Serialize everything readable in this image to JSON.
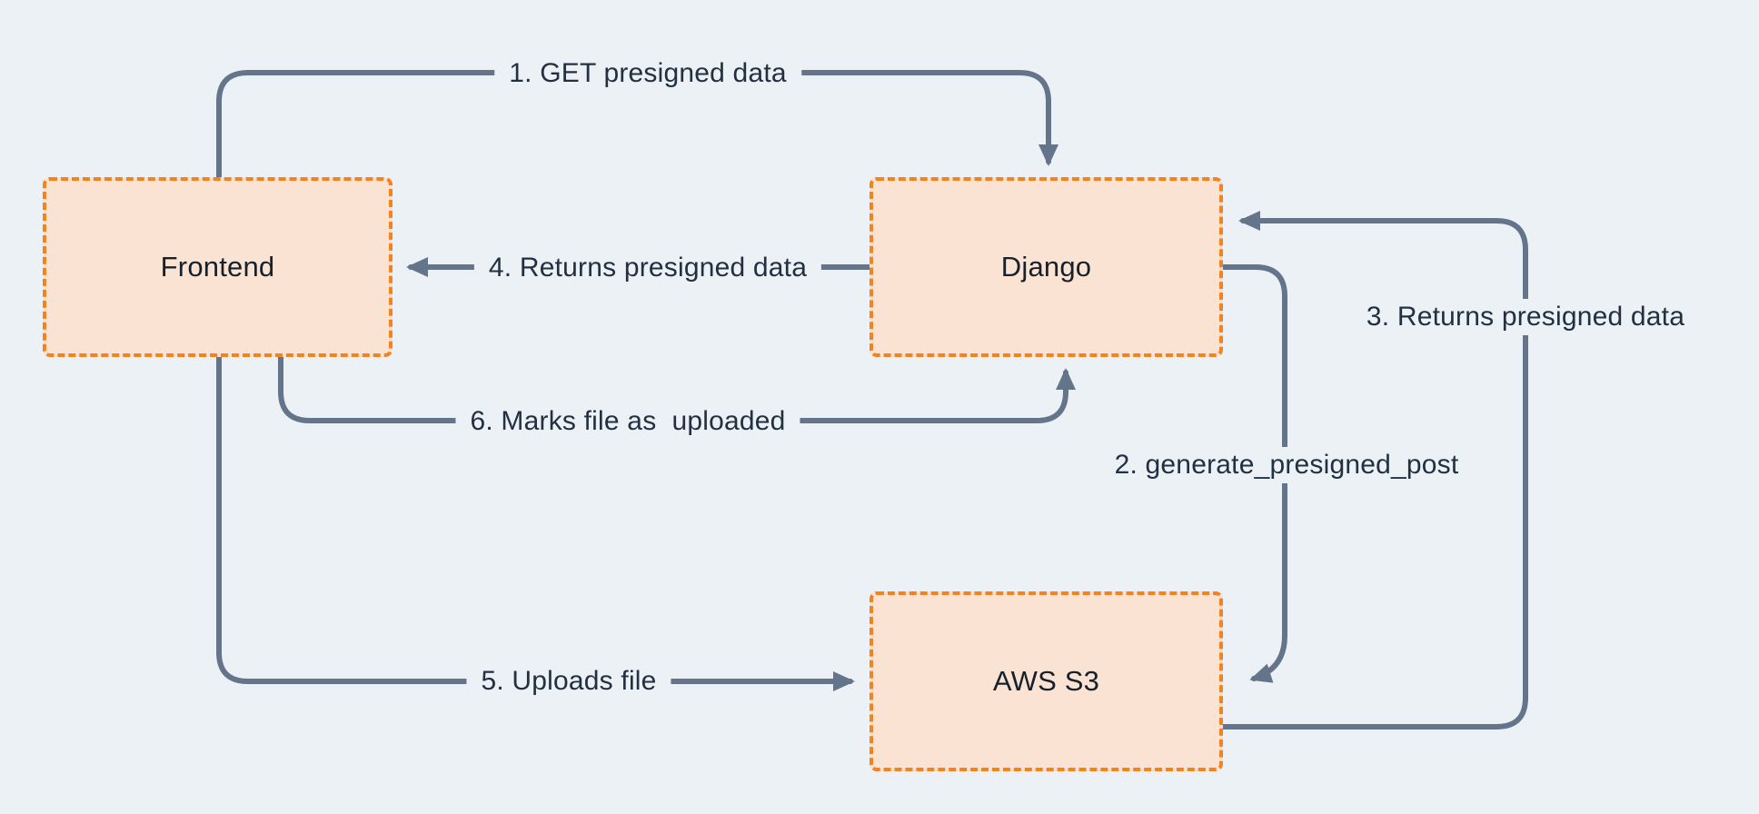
{
  "diagram": {
    "nodes": [
      {
        "id": "frontend",
        "label": "Frontend"
      },
      {
        "id": "django",
        "label": "Django"
      },
      {
        "id": "aws-s3",
        "label": "AWS S3"
      }
    ],
    "edges": [
      {
        "step": "1",
        "label": "1. GET presigned data",
        "from": "Frontend",
        "to": "Django"
      },
      {
        "step": "2",
        "label": "2. generate_presigned_post",
        "from": "Django",
        "to": "AWS S3"
      },
      {
        "step": "3",
        "label": "3. Returns presigned data",
        "from": "AWS S3",
        "to": "Django"
      },
      {
        "step": "4",
        "label": "4. Returns presigned data",
        "from": "Django",
        "to": "Frontend"
      },
      {
        "step": "5",
        "label": "5. Uploads file",
        "from": "Frontend",
        "to": "AWS S3"
      },
      {
        "step": "6",
        "label": "6. Marks file as  uploaded",
        "from": "Frontend",
        "to": "Django"
      }
    ],
    "colors": {
      "background": "#ECF1F5",
      "node_fill": "#FBE3D4",
      "node_border": "#F5821F",
      "node_text": "#16212C",
      "arrow": "#64748B",
      "label_text": "#223041"
    }
  }
}
